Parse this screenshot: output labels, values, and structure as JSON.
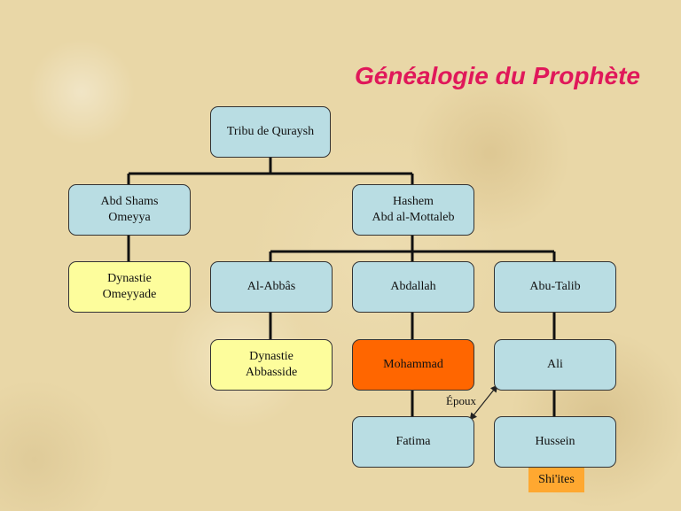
{
  "title": "Généalogie du Prophète",
  "nodes": {
    "quraysh": "Tribu de Quraysh",
    "abd_shams": "Abd Shams\nOmeyya",
    "hashem": "Hashem\nAbd al-Mottaleb",
    "omeyyade": "Dynastie\nOmeyyade",
    "al_abbas": "Al-Abbâs",
    "abdallah": "Abdallah",
    "abu_talib": "Abu-Talib",
    "abbasside": "Dynastie\nAbbasside",
    "mohammad": "Mohammad",
    "ali": "Ali",
    "fatima": "Fatima",
    "hussein": "Hussein"
  },
  "shiites_label": "Shi'ites",
  "spouse_label": "Époux",
  "colors": {
    "title": "#e0185a",
    "node_blue": "#b9dde3",
    "node_yellow": "#fdfd9c",
    "node_orange": "#ff6600",
    "tag_orange": "#ffa830"
  }
}
